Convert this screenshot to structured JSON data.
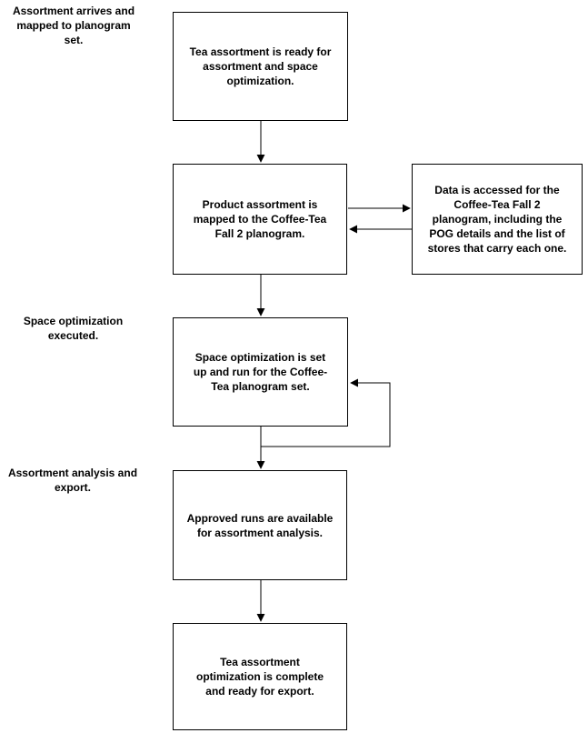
{
  "diagram": {
    "type": "flowchart",
    "colors": {
      "background": "#ffffff",
      "node_fill": "#ffffff",
      "node_border": "#000000",
      "text": "#000000",
      "connector": "#000000"
    },
    "phase_labels": [
      {
        "id": "phase-1",
        "text": "Assortment arrives and\nmapped to planogram\nset."
      },
      {
        "id": "phase-2",
        "text": "Space optimization\nexecuted."
      },
      {
        "id": "phase-3",
        "text": "Assortment analysis and\nexport."
      }
    ],
    "nodes": [
      {
        "id": "node-1",
        "text": "Tea assortment is ready for\nassortment and space\noptimization."
      },
      {
        "id": "node-2",
        "text": "Product assortment is\nmapped to the Coffee-Tea\nFall 2 planogram."
      },
      {
        "id": "node-data",
        "text": "Data is accessed for the\nCoffee-Tea Fall 2\nplanogram, including the\nPOG details and the list of\nstores that carry each one."
      },
      {
        "id": "node-3",
        "text": "Space optimization is set\nup and run for the Coffee-\nTea planogram set."
      },
      {
        "id": "node-4",
        "text": "Approved runs are available\nfor assortment analysis."
      },
      {
        "id": "node-5",
        "text": "Tea assortment\noptimization is complete\nand ready for export."
      }
    ],
    "edges": [
      {
        "from": "node-1",
        "to": "node-2",
        "style": "arrow-down"
      },
      {
        "from": "node-2",
        "to": "node-data",
        "style": "arrow-right"
      },
      {
        "from": "node-data",
        "to": "node-2",
        "style": "arrow-left"
      },
      {
        "from": "node-2",
        "to": "node-3",
        "style": "arrow-down"
      },
      {
        "from": "node-3",
        "to": "node-3",
        "style": "feedback-loop-right"
      },
      {
        "from": "node-3",
        "to": "node-4",
        "style": "arrow-down"
      },
      {
        "from": "node-4",
        "to": "node-5",
        "style": "arrow-down"
      }
    ]
  }
}
